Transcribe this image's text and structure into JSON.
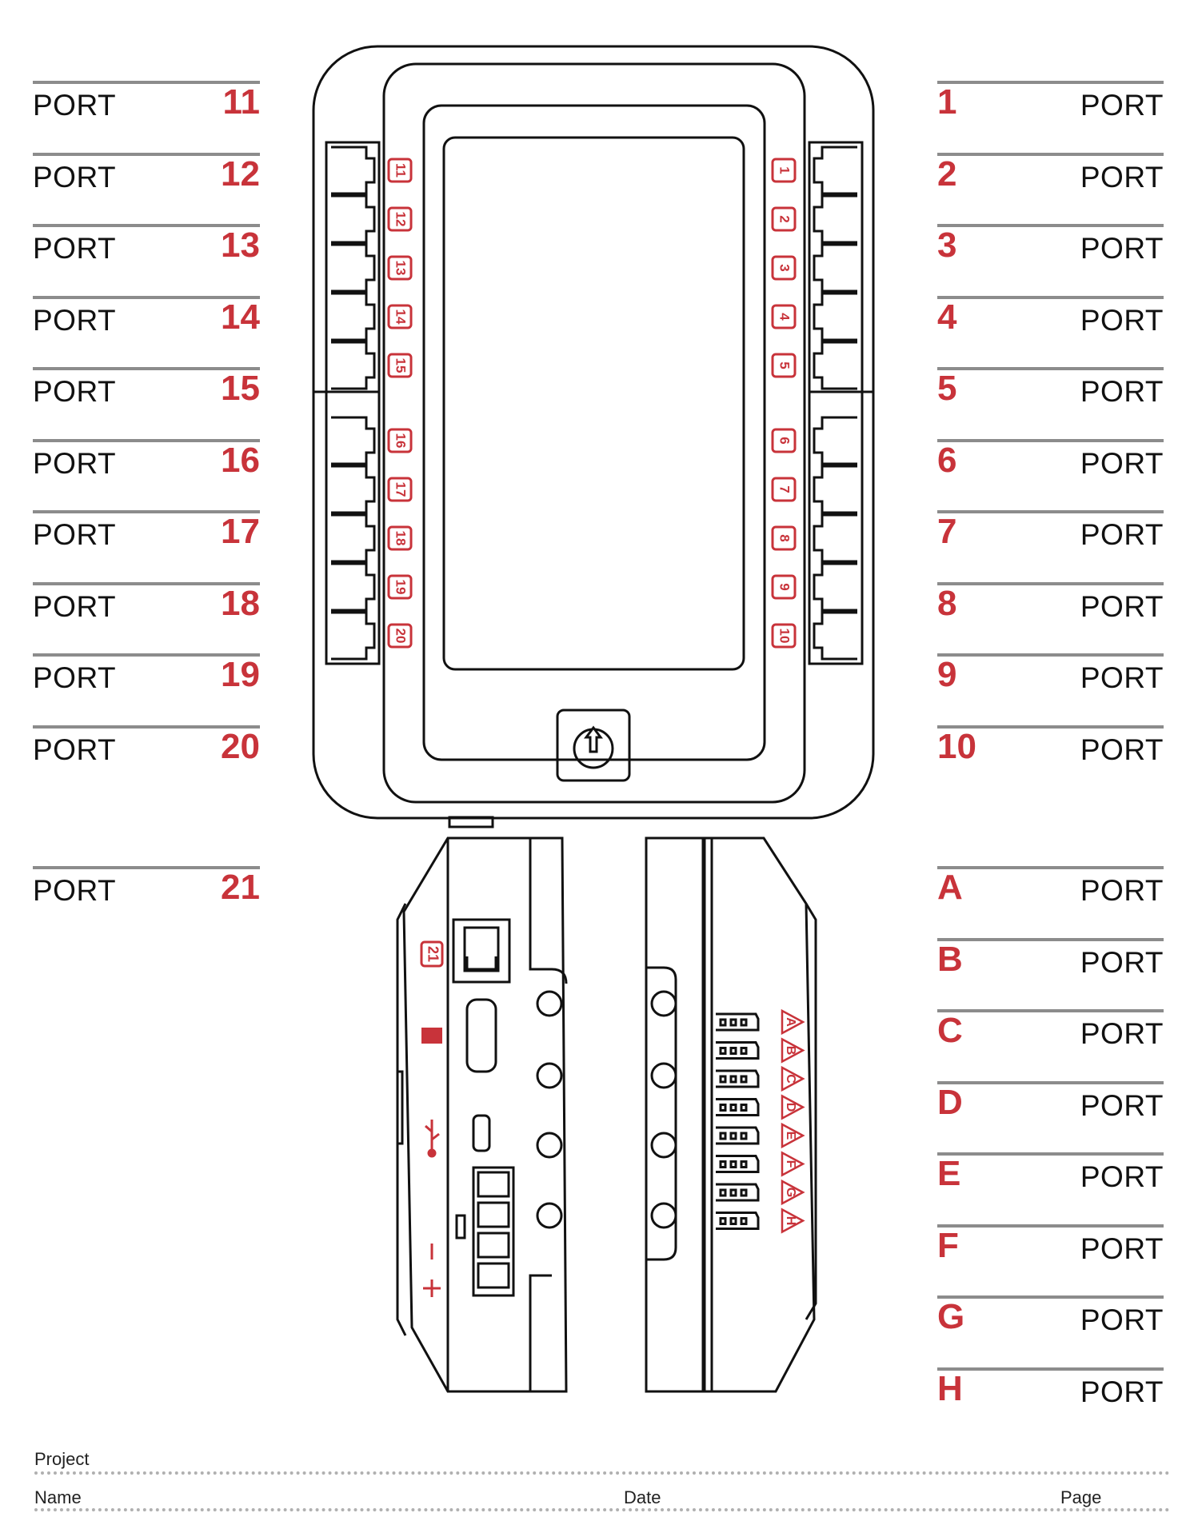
{
  "port_label": "PORT",
  "left_ports": [
    "11",
    "12",
    "13",
    "14",
    "15",
    "16",
    "17",
    "18",
    "19",
    "20"
  ],
  "right_ports": [
    "1",
    "2",
    "3",
    "4",
    "5",
    "6",
    "7",
    "8",
    "9",
    "10"
  ],
  "left_extra_port": "21",
  "right_ports_letters": [
    "A",
    "B",
    "C",
    "D",
    "E",
    "F",
    "G",
    "H"
  ],
  "device": {
    "left_port_badges": [
      "11",
      "12",
      "13",
      "14",
      "15",
      "16",
      "17",
      "18",
      "19",
      "20"
    ],
    "right_port_badges": [
      "1",
      "2",
      "3",
      "4",
      "5",
      "6",
      "7",
      "8",
      "9",
      "10"
    ],
    "side_port_badge": "21",
    "three_wire_badges": [
      "A",
      "B",
      "C",
      "D",
      "E",
      "F",
      "G",
      "H"
    ]
  },
  "footer": {
    "project_label": "Project",
    "name_label": "Name",
    "date_label": "Date",
    "page_label": "Page"
  },
  "colors": {
    "accent": "#c8333a",
    "rule": "#8c8c8c",
    "outline": "#111111"
  },
  "icons": [
    "power-icon",
    "usb-icon",
    "sd-card-icon",
    "battery-plus-icon",
    "battery-minus-icon"
  ]
}
